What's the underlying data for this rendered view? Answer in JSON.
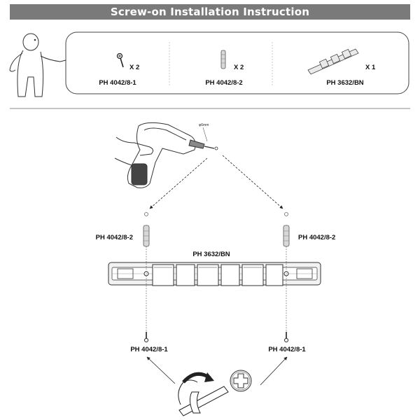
{
  "title": "Screw-on Installation Instruction",
  "parts": [
    {
      "name": "PH 4042/8-1",
      "qty": "X 2",
      "icon": "screw-icon"
    },
    {
      "name": "PH 4042/8-2",
      "qty": "X 2",
      "icon": "wall-plug-icon"
    },
    {
      "name": "PH 3632/BN",
      "qty": "X 1",
      "icon": "mop-holder-icon"
    }
  ],
  "drill_note": "φ6mm",
  "labels": {
    "plug_left": "PH 4042/8-2",
    "plug_right": "PH 4042/8-2",
    "holder": "PH 3632/BN",
    "screw_left": "PH 4042/8-1",
    "screw_right": "PH 4042/8-1"
  },
  "colors": {
    "title_bar": "#7a7a7a",
    "line": "#222222"
  }
}
